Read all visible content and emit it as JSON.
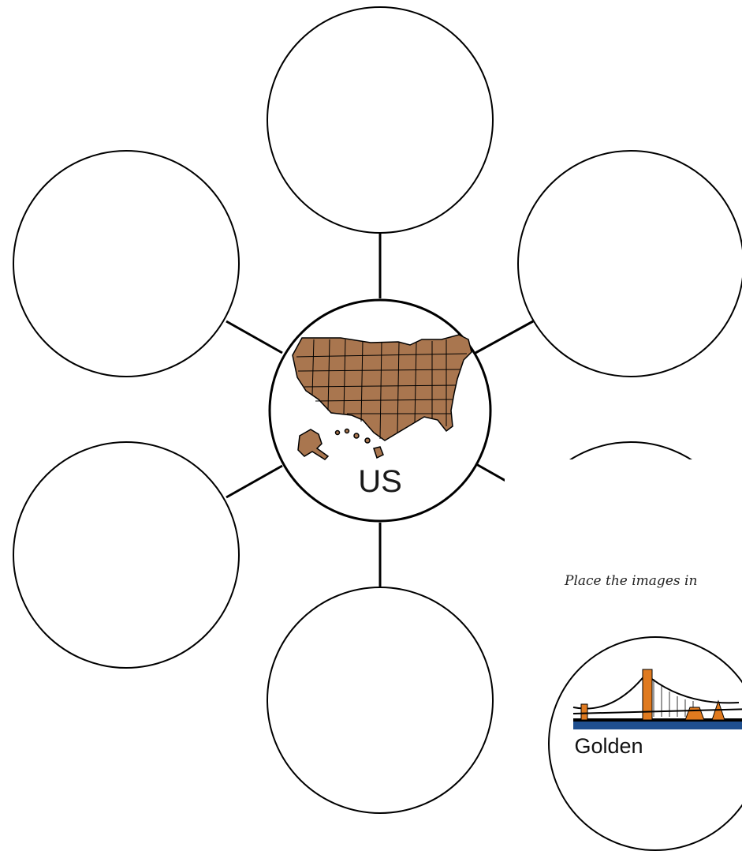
{
  "center": {
    "label": "US",
    "icon": "us-map-icon",
    "map_color": "#a9764f"
  },
  "instruction": "Place the images in",
  "card": {
    "label": "Golden",
    "icon": "golden-gate-bridge-icon",
    "tower_color": "#e07a1f",
    "water_color": "#1f4f8f"
  },
  "empty_circle_count": 6
}
